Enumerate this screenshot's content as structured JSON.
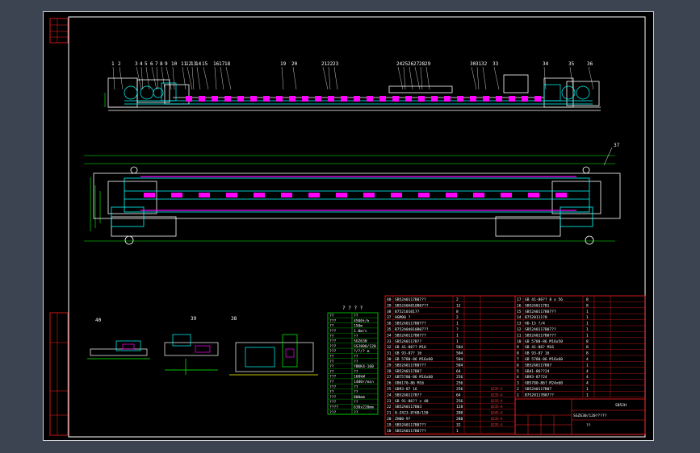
{
  "part_tags_top": [
    "1",
    "2",
    "3",
    "4",
    "5",
    "6",
    "7",
    "8",
    "9",
    "10",
    "11",
    "12",
    "13",
    "14",
    "15",
    "16",
    "17",
    "18",
    "19",
    "20",
    "21",
    "22",
    "23",
    "24",
    "25",
    "26",
    "27",
    "28",
    "29",
    "30",
    "31",
    "32",
    "33",
    "34",
    "35",
    "36"
  ],
  "plan_tag": "37",
  "detail_tags": [
    "40",
    "39",
    "38"
  ],
  "bom_left": [
    {
      "no": "40",
      "name": "SB52A0117B07??",
      "qty": "2"
    },
    {
      "no": "39",
      "name": "SB52A0A010B07??",
      "qty": "12"
    },
    {
      "no": "38",
      "name": "B752101017?",
      "qty": "8"
    },
    {
      "no": "37",
      "name": "HGM00 ?",
      "qty": "2"
    },
    {
      "no": "36",
      "name": "SB52A0117B07??",
      "qty": "1"
    },
    {
      "no": "35",
      "name": "B752A04010B07??",
      "qty": "?"
    },
    {
      "no": "34",
      "name": "SB52A0117B07??",
      "qty": "1"
    },
    {
      "no": "33",
      "name": "SB52A0117B??",
      "qty": "1"
    },
    {
      "no": "32",
      "name": "GB 41-86?? M16",
      "qty": "504"
    },
    {
      "no": "31",
      "name": "GB 93-87? 16",
      "qty": "504"
    },
    {
      "no": "30",
      "name": "GB 5780-86 M16x60",
      "qty": "504"
    },
    {
      "no": "29",
      "name": "SB52A0117B07??",
      "qty": "504"
    },
    {
      "no": "28",
      "name": "SB52A0117B07",
      "qty": "64"
    },
    {
      "no": "27",
      "name": "GBT5780-86 M16x60",
      "qty": "256"
    },
    {
      "no": "26",
      "name": "GB6170-86 M16",
      "qty": "256"
    },
    {
      "no": "25",
      "name": "GB93-87 16",
      "qty": "256"
    },
    {
      "no": "24",
      "name": "SB52A0117B??",
      "qty": "64"
    },
    {
      "no": "23",
      "name": "GB 91-86?? x 40",
      "qty": "256"
    },
    {
      "no": "22",
      "name": "SB52A0117B03",
      "qty": "128"
    },
    {
      "no": "21",
      "name": "0-Z423-8?6B/150",
      "qty": "280"
    },
    {
      "no": "20",
      "name": "ZH00-9?",
      "qty": "280"
    },
    {
      "no": "19",
      "name": "SB52A0117B07??",
      "qty": "32"
    },
    {
      "no": "18",
      "name": "SB52A0117B07??",
      "qty": "1"
    }
  ],
  "bom_right": [
    {
      "no": "17",
      "name": "GB 41-86?? 8 x 56",
      "qty": "8"
    },
    {
      "no": "16",
      "name": "SB52A0117B1",
      "qty": "8"
    },
    {
      "no": "15",
      "name": "SB52A0117B07??",
      "qty": "1"
    },
    {
      "no": "14",
      "name": "B7520111?8",
      "qty": "1"
    },
    {
      "no": "13",
      "name": "HD-15 ?/4",
      "qty": "1"
    },
    {
      "no": "12",
      "name": "SB52A0117B07??",
      "qty": "1"
    },
    {
      "no": "11",
      "name": "SB52A0117B07??",
      "qty": "1"
    },
    {
      "no": "10",
      "name": "GB 5780-86 M16x50",
      "qty": "8"
    },
    {
      "no": "9",
      "name": "GB 41-86? M16",
      "qty": "8"
    },
    {
      "no": "8",
      "name": "GB 93-87 16",
      "qty": "8"
    },
    {
      "no": "7",
      "name": "GB 5780-86 M16x60",
      "qty": "4"
    },
    {
      "no": "6",
      "name": "SB52A0117B07",
      "qty": "1"
    },
    {
      "no": "5",
      "name": "GB41-86??24",
      "qty": "4"
    },
    {
      "no": "4",
      "name": "GB93-87?24",
      "qty": "4"
    },
    {
      "no": "3",
      "name": "GB5780-86? M24x60",
      "qty": "4"
    },
    {
      "no": "2",
      "name": "SB52A0117B07",
      "qty": "1"
    },
    {
      "no": "1",
      "name": "B7520117B07??",
      "qty": "1"
    }
  ],
  "materials": [
    "Q235-A",
    "Q235-A",
    "Q235-A",
    "Q235-A",
    "Q345-A",
    "Q235-A",
    "Q235-A"
  ],
  "title_block": {
    "code": "SB52H",
    "drawing_title": "SGZ630/120?????",
    "unit": "??"
  },
  "params_title": "? ? ? ?",
  "params": [
    {
      "k": "??",
      "v": "??"
    },
    {
      "k": "???",
      "v": "4500t/h"
    },
    {
      "k": "??",
      "v": "150m"
    },
    {
      "k": "???",
      "v": "1.0m/s"
    },
    {
      "k": "??",
      "v": "??"
    },
    {
      "k": "???",
      "v": "SGZ630"
    },
    {
      "k": "???",
      "v": "SSJ800/120"
    },
    {
      "k": "???",
      "v": "?/?/? m"
    },
    {
      "k": "??",
      "v": "??"
    },
    {
      "k": "??",
      "v": "??"
    },
    {
      "k": "??",
      "v": "YBKK4-160"
    },
    {
      "k": "??",
      "v": "??"
    },
    {
      "k": "???",
      "v": "160kW"
    },
    {
      "k": "??",
      "v": "1480r/min"
    },
    {
      "k": "???",
      "v": "??"
    },
    {
      "k": "??",
      "v": "??"
    },
    {
      "k": "???",
      "v": "800mm"
    },
    {
      "k": "???",
      "v": "??"
    },
    {
      "k": "????",
      "v": "630x220mm"
    },
    {
      "k": "???",
      "v": "??"
    }
  ],
  "colors": {
    "background": "#3c4452",
    "sheet": "#000000",
    "outline": "#ffffff",
    "steel": "#00ffff",
    "hydraulic": "#ff00ff",
    "dimension": "#00ff00",
    "table": "#ff0000",
    "accent": "#ffff00"
  }
}
